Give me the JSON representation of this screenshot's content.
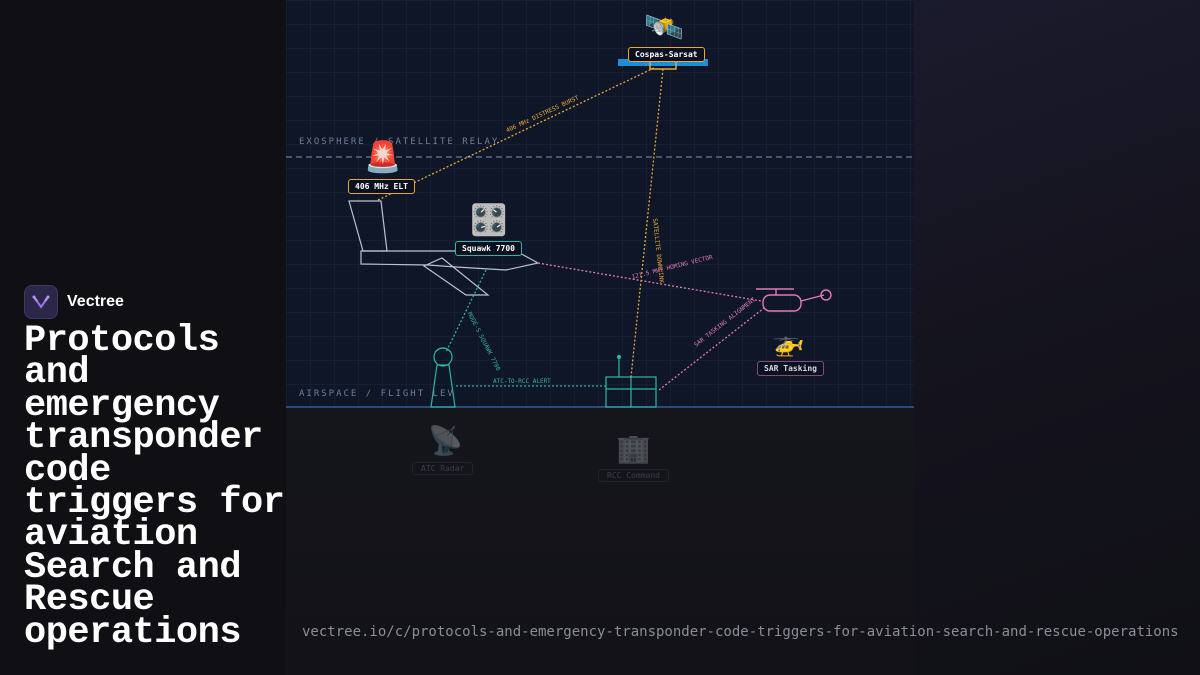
{
  "brand": {
    "name": "Vectree"
  },
  "headline": "Protocols and emergency transponder code triggers for aviation Search and Rescue operations",
  "url": "vectree.io/c/protocols-and-emergency-transponder-code-triggers-for-aviation-search-and-rescue-operations",
  "diagram": {
    "zones": {
      "top": "EXOSPHERE / SATELLITE RELAY",
      "bottom": "AIRSPACE / FLIGHT LEV"
    },
    "nodes": {
      "satellite": {
        "label": "Cospas-Sarsat",
        "icon": "satellite-icon",
        "glyph": "🛰️"
      },
      "elt": {
        "label": "406 MHz ELT",
        "icon": "siren-icon",
        "glyph": "🚨"
      },
      "transponder": {
        "label": "Squawk 7700",
        "icon": "control-knobs-icon",
        "glyph": "🎛️"
      },
      "helicopter": {
        "label": "SAR Tasking",
        "icon": "helicopter-icon",
        "glyph": "🚁"
      },
      "radar": {
        "label": "ATC Radar",
        "icon": "radar-dish-icon",
        "glyph": "📡"
      },
      "rcc": {
        "label": "RCC Command",
        "icon": "office-building-icon",
        "glyph": "🏢"
      }
    },
    "links": {
      "distress_burst": "406 MHz DISTRESS BURST",
      "satellite_downlink": "SATELLITE DOWNLINK",
      "homing_vector": "121.5 MHz HOMING VECTOR",
      "mode_s": "MODE-S SQUAWK 7700",
      "atc_alert": "ATC-TO-RCC ALERT",
      "sar_alignment": "SAR TASKING ALIGNMENT"
    },
    "colors": {
      "satellite_link": "#e8a838",
      "homing_link": "#e07ab8",
      "ground_link": "#2fb5a0",
      "aircraft_outline": "#b8c2d4",
      "panel": "#0e1628",
      "solar_panel": "#1a8fd8"
    }
  }
}
